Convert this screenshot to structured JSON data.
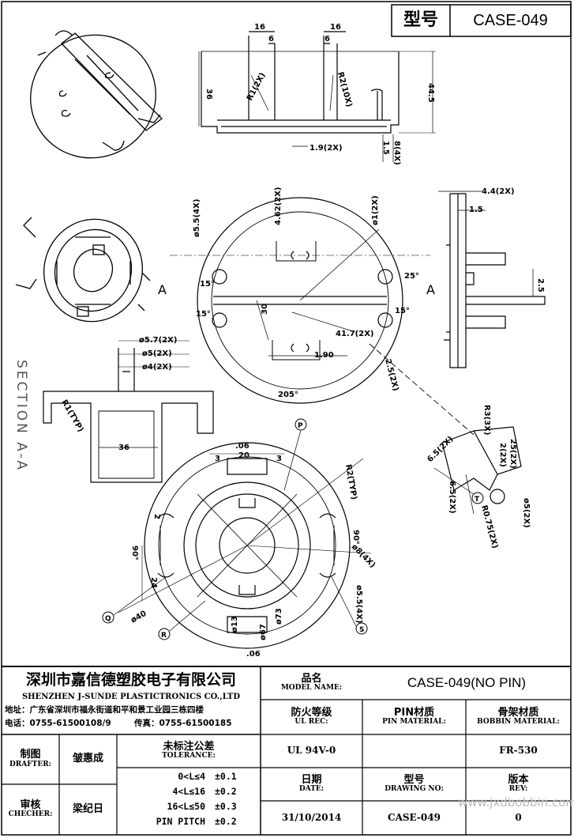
{
  "header": {
    "type_label": "型号",
    "type_value": "CASE-049"
  },
  "drawing": {
    "section_label": "SECTION A-A",
    "section_mark": "A",
    "dims": {
      "d16a": "16",
      "d6a": "6",
      "d16b": "16",
      "d6b": "6",
      "h36": "36",
      "r1": "R1(2X)",
      "r2": "R2(10X)",
      "h44": "44.5",
      "d19": "1.9(2X)",
      "d15": "1.5",
      "d8": "8(4X)",
      "j462": "4.62(2X)",
      "phi1": "ø1(2X)",
      "phi55a": "ø5.5(4X)",
      "d44": "4.4(2X)",
      "d15b": "1.5",
      "d25v": "2.5",
      "a15a": "15°",
      "a15b": "15°",
      "a25": "25°",
      "a15c": "15°",
      "d30": "30",
      "d417": "41.7(2X)",
      "d190": "1.90",
      "d25b": "2.5(2X)",
      "d205": "205°",
      "phi57": "ø5.7(2X)",
      "phi5": "ø5(2X)",
      "phi4": "ø4(2X)",
      "r1typ": "R1(TYP)",
      "d36": "36",
      "r3": "R3(3X)",
      "d65a": "6.5(2X)",
      "d65b": "6.5(2X)",
      "d25c": "25(2X)",
      "d2": "2(2X)",
      "r075": "R0.75(2X)",
      "phi5b": "ø5(2X)",
      "d06a": ".06",
      "d20": "20",
      "d3a": "3",
      "d3b": "3",
      "r2typ": "R2(TYP)",
      "a90a": "90°",
      "a90b": "90°",
      "d24": "24",
      "d2b": "2",
      "phi40": "ø40",
      "phi13": "ø13",
      "phi67": "ø67",
      "phi73": "ø73",
      "d06b": ".06",
      "phi8": "ø8(4X)",
      "phi55b": "ø5.5(4X)"
    },
    "callouts": {
      "p": "P",
      "q": "Q",
      "r": "R",
      "s": "S",
      "t": "T"
    }
  },
  "titleblock": {
    "company_cn": "深圳市嘉信德塑胶电子有限公司",
    "company_en": "SHENZHEN J-SUNDE PLASTICTRONICS CO.,LTD",
    "address": "地址：广东省深圳市福永街道和平和景工业园三栋四楼",
    "tel": "电话：0755-61500108/9",
    "fax": "传真：0755-61500185",
    "model_cn": "品名",
    "model_en": "MODEL NAME:",
    "model_value": "CASE-049(NO PIN)",
    "ul_cn": "防火等级",
    "ul_en": "UL REC:",
    "ul_value": "UL 94V-0",
    "pin_cn": "PIN材质",
    "pin_en": "PIN MATERIAL:",
    "bobbin_cn": "骨架材质",
    "bobbin_en": "BOBBIN MATERIAL:",
    "bobbin_value": "FR-530",
    "drafter_cn": "制图",
    "drafter_en": "DRAFTER:",
    "drafter_name": "皱惠成",
    "checker_cn": "审核",
    "checker_en": "CHECHER:",
    "checker_name": "梁纪日",
    "tol_cn": "未标注公差",
    "tol_en": "TOLERANCE:",
    "tolerances": [
      {
        "range": "0<L≤4",
        "value": "±0.1"
      },
      {
        "range": "4<L≤16",
        "value": "±0.2"
      },
      {
        "range": "16<L≤50",
        "value": "±0.3"
      },
      {
        "range": "PIN PITCH",
        "value": "±0.2"
      }
    ],
    "date_cn": "日期",
    "date_en": "DATE:",
    "date_value": "31/10/2014",
    "dwg_cn": "型号",
    "dwg_en": "DRAWING NO:",
    "dwg_value": "CASE-049",
    "rev_cn": "版本",
    "rev_en": "REV:",
    "rev_value": "0",
    "watermark": "www.jxdbobbin.com"
  }
}
